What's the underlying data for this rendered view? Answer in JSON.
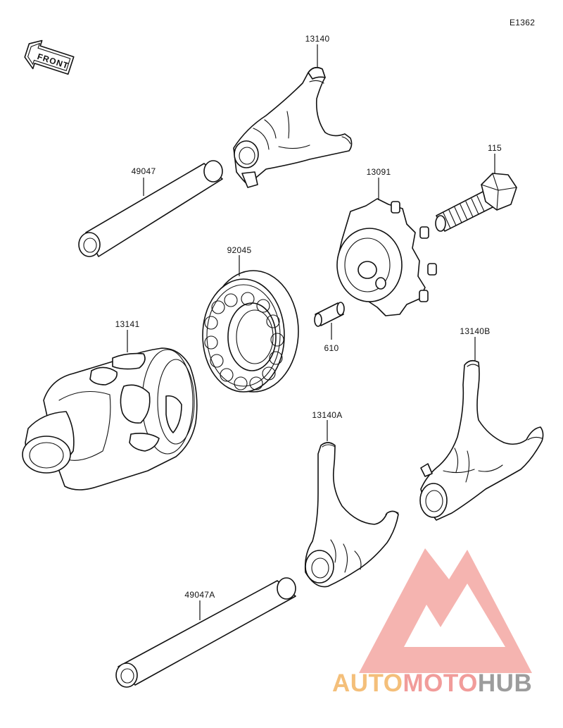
{
  "diagram": {
    "ref_code": "E1362",
    "front_badge": "FRONT",
    "parts": [
      {
        "id": "13140",
        "label": "13140"
      },
      {
        "id": "49047",
        "label": "49047"
      },
      {
        "id": "115",
        "label": "115"
      },
      {
        "id": "13091",
        "label": "13091"
      },
      {
        "id": "92045",
        "label": "92045"
      },
      {
        "id": "13141",
        "label": "13141"
      },
      {
        "id": "610",
        "label": "610"
      },
      {
        "id": "13140B",
        "label": "13140B"
      },
      {
        "id": "13140A",
        "label": "13140A"
      },
      {
        "id": "49047A",
        "label": "49047A"
      }
    ]
  },
  "watermark": {
    "brand_a": "AUTO",
    "brand_b": "MOTO",
    "brand_c": "HUB",
    "colors": {
      "auto": "#f4bf7a",
      "moto": "#f19c9a",
      "hub": "#9c9c9c",
      "logo": "#f3a39f"
    }
  }
}
